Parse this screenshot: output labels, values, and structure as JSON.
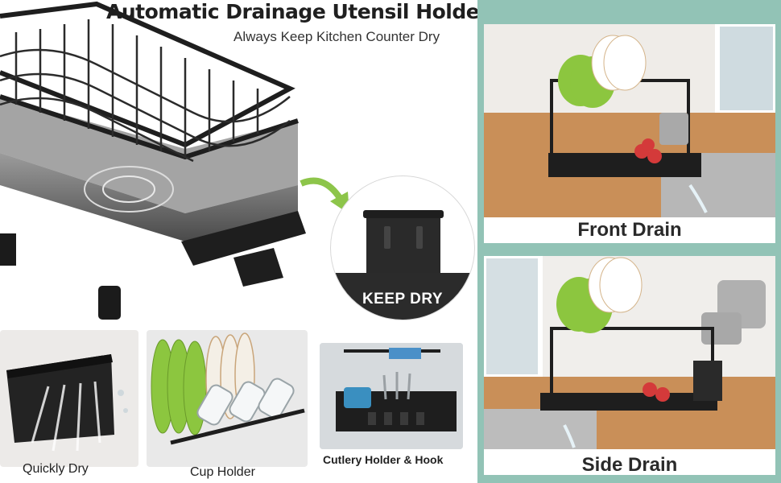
{
  "header": {
    "title": "Automatic Drainage Utensil Holder",
    "subtitle": "Always Keep Kitchen Counter Dry"
  },
  "callout": {
    "label": "KEEP DRY"
  },
  "features": [
    {
      "label": "Quickly Dry"
    },
    {
      "label": "Cup Holder"
    },
    {
      "label": "Cutlery Holder & Hook"
    }
  ],
  "views": [
    {
      "label": "Front Drain"
    },
    {
      "label": "Side Drain"
    }
  ],
  "colors": {
    "panel_teal": "#92c3b6",
    "rack_black": "#1e1e1e",
    "plate_green": "#8cc63f",
    "arrow_green": "#8dc54a"
  }
}
